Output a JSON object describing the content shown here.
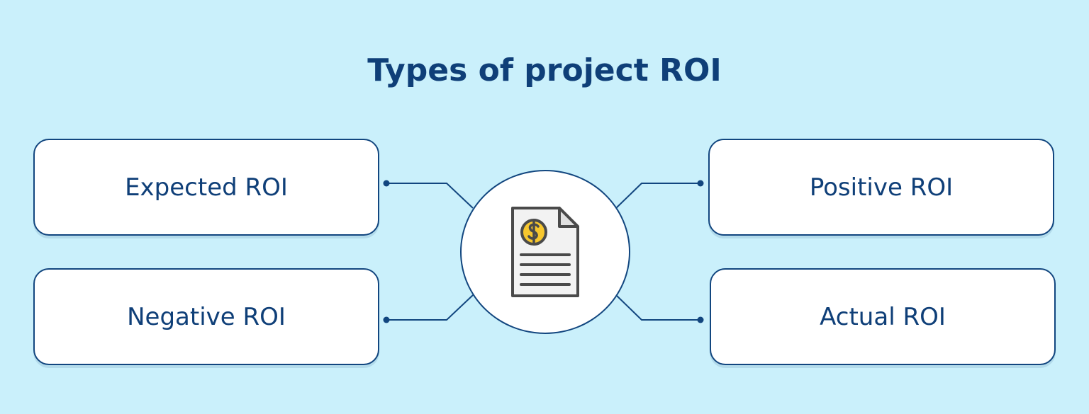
{
  "diagram": {
    "title": "Types of project ROI",
    "center_icon": "invoice-document-icon",
    "items": [
      {
        "label": "Expected ROI"
      },
      {
        "label": "Negative ROI"
      },
      {
        "label": "Positive ROI"
      },
      {
        "label": "Actual ROI"
      }
    ]
  },
  "colors": {
    "background": "#caf0fb",
    "accent": "#12467f",
    "text": "#0f3f78",
    "box_fill": "#ffffff",
    "coin": "#f7c72e",
    "document_fill": "#f2f2f2",
    "document_stroke": "#4a4a4a"
  }
}
